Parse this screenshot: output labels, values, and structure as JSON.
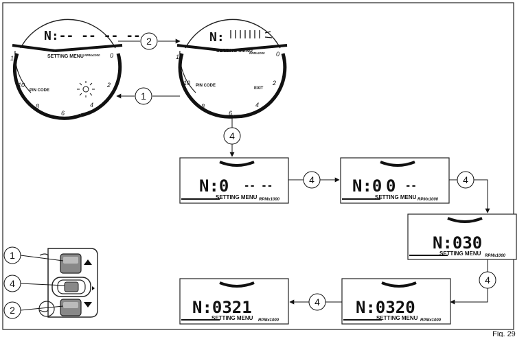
{
  "dial_top_left": {
    "n_text": "N:-- -- -- --",
    "menu_label": "SETTING MENU",
    "rpm_label": "RPMx1000",
    "left_label": "PIN CODE",
    "ticks": [
      "12",
      "10",
      "8",
      "6",
      "4",
      "2",
      "0"
    ]
  },
  "dial_top_right": {
    "n_text": "N:",
    "menu_label": "SETTING MENU",
    "rpm_label": "RPMx1000",
    "left_label": "PIN CODE",
    "right_label": "EXIT",
    "ticks": [
      "12",
      "10",
      "8",
      "6",
      "4",
      "2",
      "0"
    ]
  },
  "lcd_panels": [
    {
      "n_text": "N:0",
      "dashes": "-- --",
      "menu_label": "SETTING MENU",
      "rpm_label": "RPMx1000"
    },
    {
      "n_text": "N:0",
      "blink": "0",
      "dashes": "--",
      "menu_label": "SETTING MENU",
      "rpm_label": "RPMx1000"
    },
    {
      "n_text": "N:030",
      "menu_label": "SETTING MENU",
      "rpm_label": "RPMx1000"
    },
    {
      "n_text": "N:0320",
      "menu_label": "SETTING MENU",
      "rpm_label": "RPMx1000"
    },
    {
      "n_text": "N:0321",
      "menu_label": "SETTING MENU",
      "rpm_label": "RPMx1000"
    }
  ],
  "step_numbers": {
    "one": "1",
    "two": "2",
    "four": "4"
  },
  "switch_labels": [
    "1",
    "4",
    "2"
  ],
  "figure_label": "Fig. 29"
}
